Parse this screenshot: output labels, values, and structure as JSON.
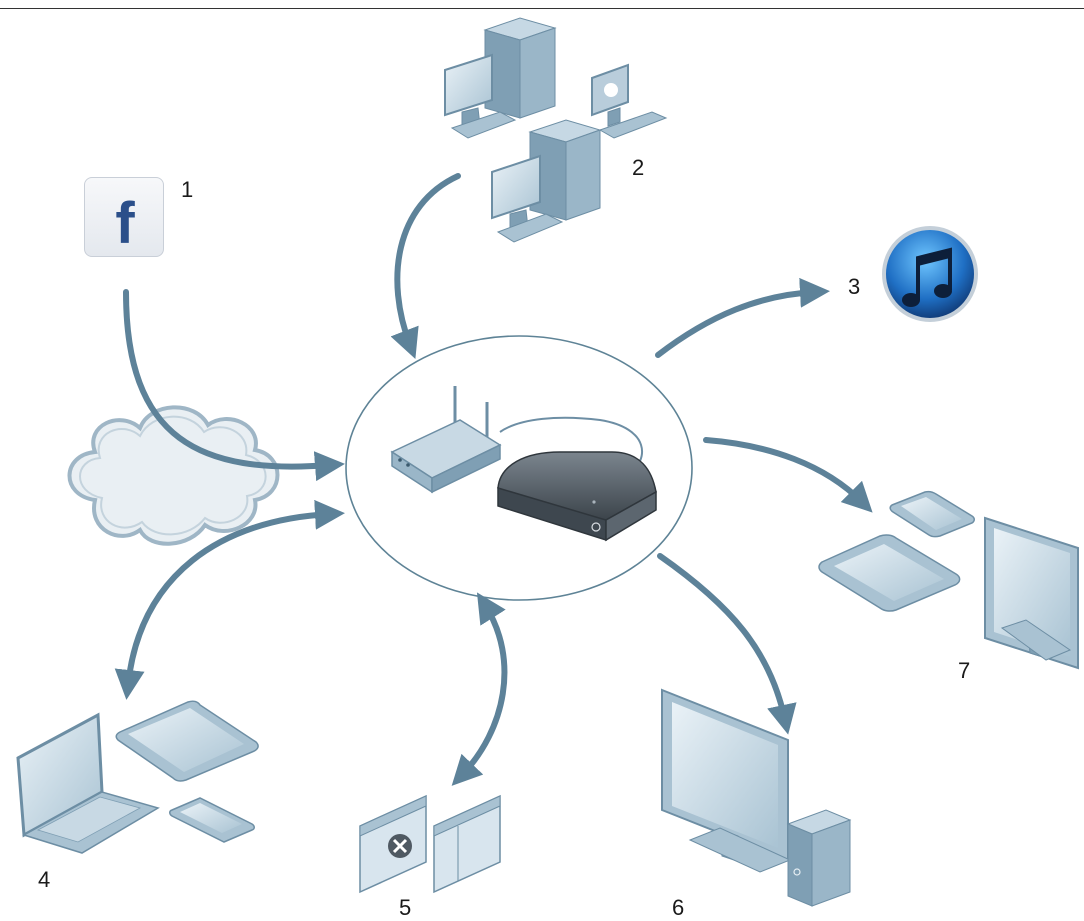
{
  "labels": {
    "n1": "1",
    "n2": "2",
    "n3": "3",
    "n4": "4",
    "n5": "5",
    "n6": "6",
    "n7": "7"
  },
  "facebook_glyph": "f",
  "icons": {
    "facebook": "facebook-logo-icon",
    "desktops": "desktop-computers-icon",
    "itunes": "itunes-music-icon",
    "cloud": "cloud-icon",
    "hub": "router-and-nas-icon",
    "mobile_devices_left": "laptop-tablet-phone-icon",
    "windows_app": "application-windows-icon",
    "pc_monitor_drive": "monitor-and-drive-icon",
    "mobile_devices_right": "phone-tablet-monitor-icon"
  },
  "colors": {
    "arrow": "#5d8299",
    "device_fill": "#a9c2d2",
    "device_stroke": "#6d8ea4",
    "device_dark": "#4f5962",
    "screen": "#cfe0ea",
    "ellipse_stroke": "#5e8396",
    "cloud_fill": "#e9eff3"
  }
}
